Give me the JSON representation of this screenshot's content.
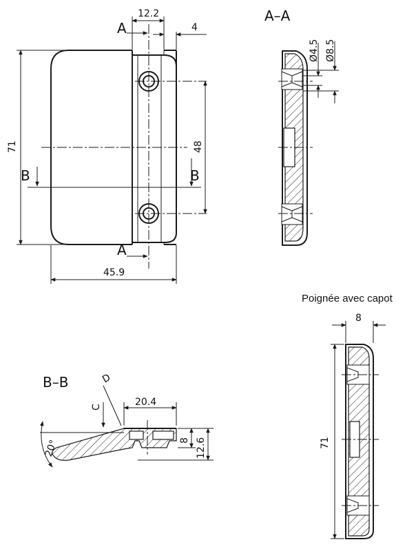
{
  "views": {
    "front": {
      "dims": {
        "width_top": "12.2",
        "offset": "4",
        "height": "71",
        "hole_spacing": "48",
        "total_width": "45.9"
      },
      "section_markers": {
        "a_top": "A",
        "a_bottom": "A",
        "b_left": "B",
        "b_right": "B"
      }
    },
    "section_aa": {
      "title": "A–A",
      "dims": {
        "small_hole": "Ø4.5",
        "large_hole": "Ø8.5"
      }
    },
    "section_bb": {
      "title": "B–B",
      "dims": {
        "length": "20.4",
        "height_small": "8",
        "height_total": "12.6",
        "angle": "20°",
        "c_label": "C",
        "d_label": "D"
      }
    },
    "capot": {
      "caption": "Poignée avec capot",
      "dims": {
        "thickness": "8",
        "height": "71"
      }
    }
  }
}
